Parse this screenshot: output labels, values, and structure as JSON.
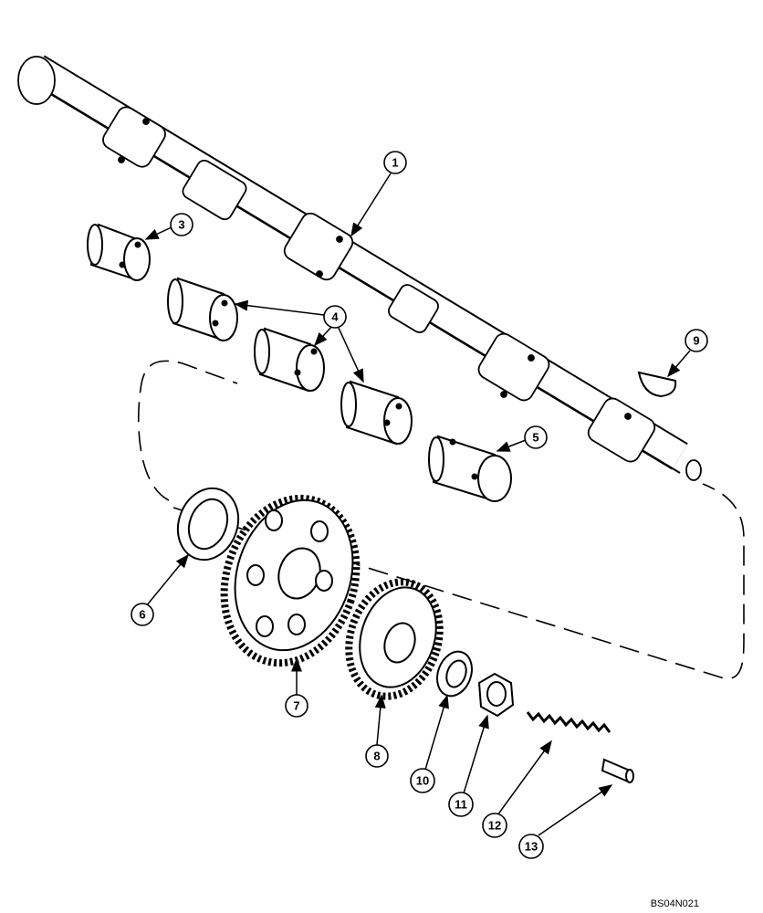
{
  "diagram": {
    "drawing_code": "BS04N021",
    "callouts": [
      {
        "id": "1",
        "label": "1"
      },
      {
        "id": "3",
        "label": "3"
      },
      {
        "id": "4",
        "label": "4"
      },
      {
        "id": "5",
        "label": "5"
      },
      {
        "id": "6",
        "label": "6"
      },
      {
        "id": "7",
        "label": "7"
      },
      {
        "id": "8",
        "label": "8"
      },
      {
        "id": "9",
        "label": "9"
      },
      {
        "id": "10",
        "label": "10"
      },
      {
        "id": "11",
        "label": "11"
      },
      {
        "id": "12",
        "label": "12"
      },
      {
        "id": "13",
        "label": "13"
      }
    ]
  }
}
